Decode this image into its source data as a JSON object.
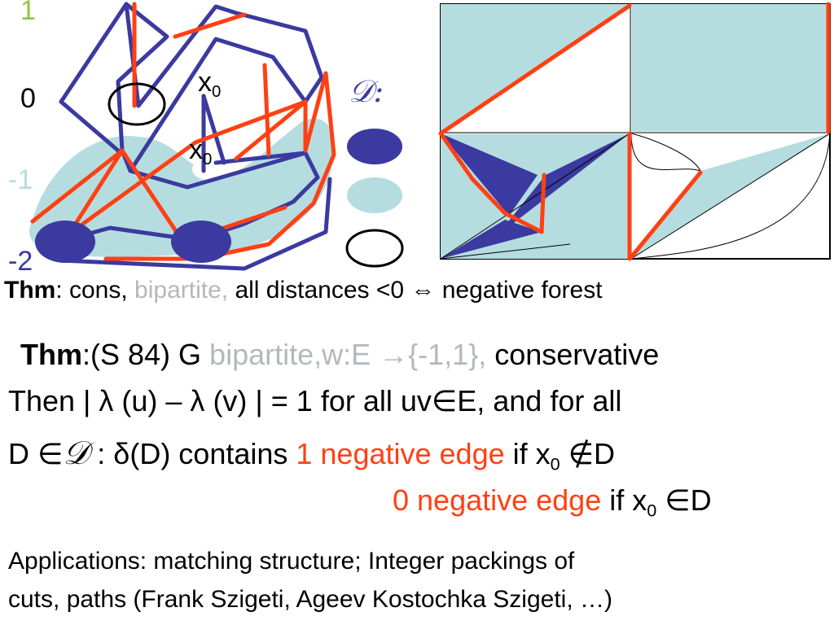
{
  "levels": {
    "one": "1",
    "zero": "0",
    "minus_one": "-1",
    "minus_two": "-2"
  },
  "node_labels": {
    "x0_top": "x",
    "x0_top_sub": "0",
    "x0_mid": "x",
    "x0_mid_sub": "0"
  },
  "legend": {
    "title": "𝒟:"
  },
  "colors": {
    "blue": "#3a3aa0",
    "red": "#ff4013",
    "cyan": "#b5dde0",
    "gray": "#b4b8bc"
  },
  "thm1": {
    "bold": "Thm",
    "a": ": cons, ",
    "gray": "bipartite, ",
    "b": "all distances <0  ⇔  negative forest"
  },
  "thm2": {
    "bold": "Thm",
    "a": ":(S 84) G ",
    "gray": "bipartite,w:E →{-1,1}, ",
    "b": "conservative",
    "line2": "Then  | λ (u) – λ (v) | = 1 for all uv∈E, and for all",
    "line3_a": "D ∈",
    "line3_script": "𝒟",
    "line3_b": " :    δ(D) contains ",
    "line3_red": "1 negative edge",
    "line3_c": " if x",
    "line3_sub": "0",
    "line3_d": " ∉D",
    "line4_red": "0 negative edge",
    "line4_c": " if x",
    "line4_sub": "0",
    "line4_d": " ∈D"
  },
  "applications": {
    "line1": "Applications: matching structure; Integer packings of",
    "line2": "cuts, paths (Frank Szigeti, Ageev Kostochka Szigeti, …)"
  }
}
